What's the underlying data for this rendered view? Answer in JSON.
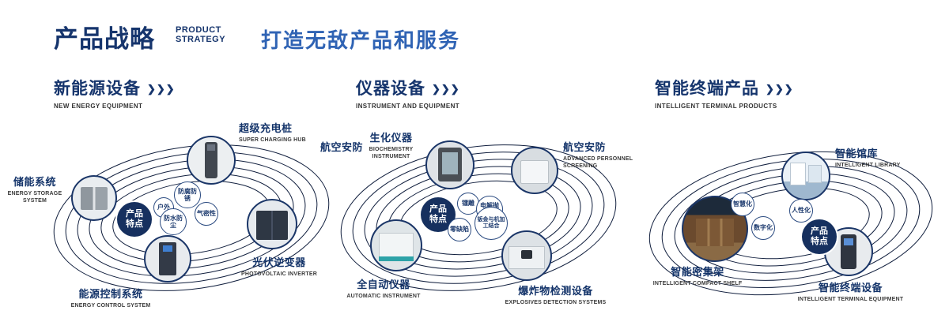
{
  "header": {
    "title": "产品战略",
    "subtitle_line1": "PRODUCT",
    "subtitle_line2": "STRATEGY",
    "slogan": "打造无敌产品和服务"
  },
  "icons": {
    "triple_chevron": "❯❯❯"
  },
  "colors": {
    "navy": "#16356d",
    "blue": "#2f63b4"
  },
  "sections": [
    {
      "title": "新能源设备",
      "title_en": "NEW ENERGY EQUIPMENT",
      "center_badge": "产品特点",
      "features": [
        "户外",
        "防腐防锈",
        "气密性",
        "防水防尘"
      ],
      "products": [
        {
          "name": "储能系统",
          "name_en": "ENERGY STORAGE SYSTEM"
        },
        {
          "name": "超级充电桩",
          "name_en": "SUPER CHARGING HUB"
        },
        {
          "name": "光伏逆变器",
          "name_en": "PHOTOVOLTAIC INVERTER"
        },
        {
          "name": "能源控制系统",
          "name_en": "ENERGY CONTROL SYSTEM"
        }
      ]
    },
    {
      "title": "仪器设备",
      "title_en": "INSTRUMENT AND EQUIPMENT",
      "center_badge": "产品特点",
      "side_label": "航空安防",
      "features": [
        "镭雕",
        "电解抛光",
        "零缺陷",
        "钣金与机加工结合"
      ],
      "products": [
        {
          "name": "生化仪器",
          "name_en": "BIOCHEMISTRY INSTRUMENT"
        },
        {
          "name": "航空安防",
          "name_en": "ADVANCED PERSONNEL SCREENING"
        },
        {
          "name": "全自动仪器",
          "name_en": "AUTOMATIC INSTRUMENT"
        },
        {
          "name": "爆炸物检测设备",
          "name_en": "EXPLOSIVES DETECTION SYSTEMS"
        }
      ]
    },
    {
      "title": "智能终端产品",
      "title_en": "INTELLIGENT TERMINAL PRODUCTS",
      "center_badge": "产品特点",
      "features": [
        "智慧化",
        "人性化",
        "数字化"
      ],
      "products": [
        {
          "name": "智能馆库",
          "name_en": "INTELLIGENT LIBRARY"
        },
        {
          "name": "智能密集架",
          "name_en": "INTELLIGENT COMPACT SHELF"
        },
        {
          "name": "智能终端设备",
          "name_en": "INTELLIGENT TERMINAL EQUIPMENT"
        }
      ]
    }
  ]
}
